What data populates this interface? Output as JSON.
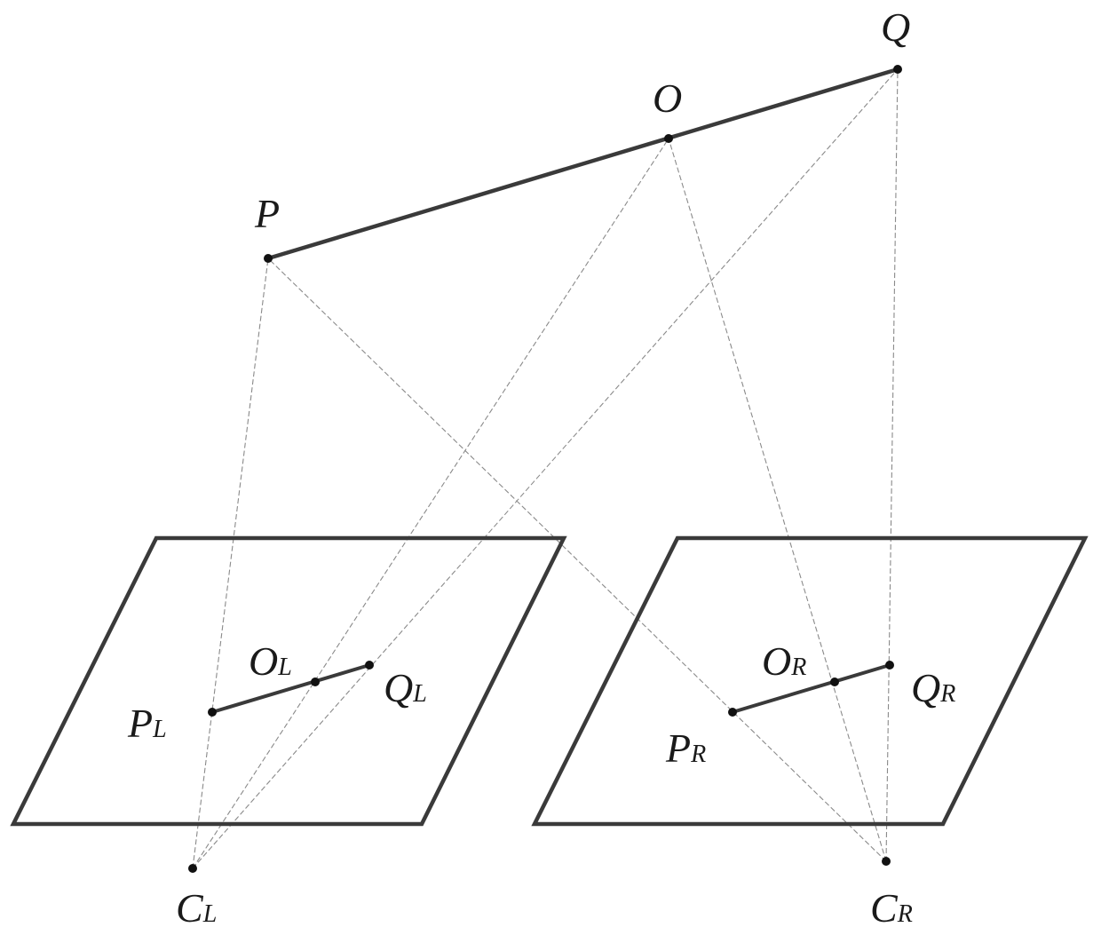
{
  "diagram": {
    "points": {
      "P": {
        "letter": "P",
        "sub": ""
      },
      "O": {
        "letter": "O",
        "sub": ""
      },
      "Q": {
        "letter": "Q",
        "sub": ""
      },
      "PL": {
        "letter": "P",
        "sub": "L"
      },
      "OL": {
        "letter": "O",
        "sub": "L"
      },
      "QL": {
        "letter": "Q",
        "sub": "L"
      },
      "PR": {
        "letter": "P",
        "sub": "R"
      },
      "OR": {
        "letter": "O",
        "sub": "R"
      },
      "QR": {
        "letter": "Q",
        "sub": "R"
      },
      "CL": {
        "letter": "C",
        "sub": "L"
      },
      "CR": {
        "letter": "C",
        "sub": "R"
      }
    },
    "colors": {
      "line": "#3a3a3a",
      "ray": "#8a8a8a",
      "point": "#111111"
    }
  }
}
